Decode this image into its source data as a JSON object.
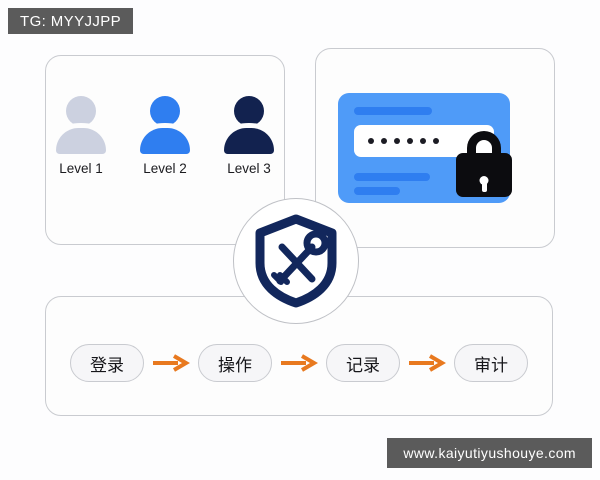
{
  "overlays": {
    "top_left_tag": "TG: MYYJJPP",
    "bottom_right_watermark": "www.kaiyutiyushouye.com"
  },
  "colors": {
    "level1": "#ccd1e0",
    "level2": "#2f7ef0",
    "level3": "#12224f",
    "card_panel_blue": "#4f9bf8",
    "card_bar_blue": "#2f7ef0",
    "lock_black": "#0c0c0f",
    "shield_navy": "#12275c",
    "arrow_orange": "#e8791f",
    "card_border": "#c9cbd0",
    "page_background": "#fdfdfe"
  },
  "users_card": {
    "name": "user-levels-card",
    "avatars": [
      {
        "label": "Level 1",
        "color": "#ccd1e0"
      },
      {
        "label": "Level 2",
        "color": "#2f7ef0"
      },
      {
        "label": "Level 3",
        "color": "#12224f"
      }
    ]
  },
  "password_card": {
    "name": "password-lock-card",
    "password_dots": 6,
    "lock_icon": "padlock-icon",
    "bars": [
      "top-bar",
      "bottom-bar-long",
      "bottom-bar-short"
    ]
  },
  "shield_medallion": {
    "name": "shield-key-medallion",
    "icon": "shield-key-icon"
  },
  "flow_card": {
    "name": "audit-flow-card",
    "steps": [
      {
        "label": "登录"
      },
      {
        "label": "操作"
      },
      {
        "label": "记录"
      },
      {
        "label": "审计"
      }
    ],
    "connector": "arrow-right-icon"
  }
}
